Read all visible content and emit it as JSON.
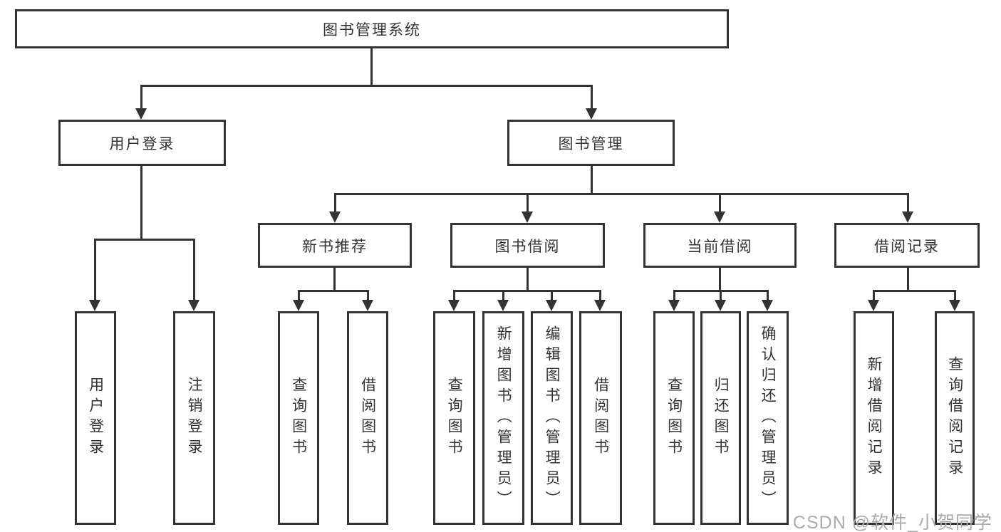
{
  "tree": {
    "root": {
      "label": "图书管理系统",
      "children": [
        {
          "label": "用户登录",
          "children": [
            {
              "label": "用户登录"
            },
            {
              "label": "注销登录"
            }
          ]
        },
        {
          "label": "图书管理",
          "children": [
            {
              "label": "新书推荐",
              "children": [
                {
                  "label": "查询图书"
                },
                {
                  "label": "借阅图书"
                }
              ]
            },
            {
              "label": "图书借阅",
              "children": [
                {
                  "label": "查询图书"
                },
                {
                  "label": "新增图书（管理员）"
                },
                {
                  "label": "编辑图书（管理员）"
                },
                {
                  "label": "借阅图书"
                }
              ]
            },
            {
              "label": "当前借阅",
              "children": [
                {
                  "label": "查询图书"
                },
                {
                  "label": "归还图书"
                },
                {
                  "label": "确认归还（管理员）"
                }
              ]
            },
            {
              "label": "借阅记录",
              "children": [
                {
                  "label": "新增借阅记录"
                },
                {
                  "label": "查询借阅记录"
                }
              ]
            }
          ]
        }
      ]
    }
  },
  "watermark": {
    "text": "CSDN @软件_小贺同学"
  },
  "colors": {
    "line": "#333333",
    "box_border": "#333333",
    "text": "#333333",
    "watermark": "#ababab",
    "background": "#ffffff"
  }
}
